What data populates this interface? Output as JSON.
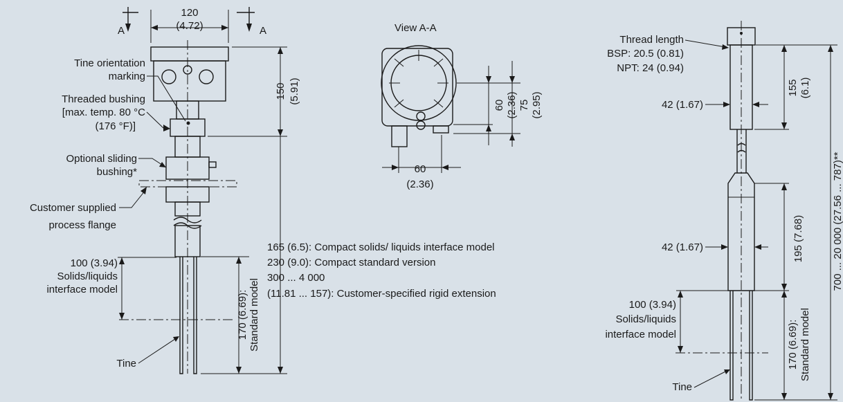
{
  "left_view": {
    "section_marker": "A",
    "width_mm": "120",
    "width_in": "(4.72)",
    "height_mm": "150",
    "height_in": "(5.91)",
    "tine_orientation_line1": "Tine orientation",
    "tine_orientation_line2": "marking",
    "threaded_bushing_line1": "Threaded bushing",
    "threaded_bushing_line2": "[max. temp. 80 °C",
    "threaded_bushing_line3": "(176 °F)]",
    "sliding_bushing_line1": "Optional sliding",
    "sliding_bushing_line2": "bushing*",
    "flange_line1": "Customer supplied",
    "flange_line2": "process flange",
    "interface_dim": "100 (3.94)",
    "interface_line1": "Solids/liquids",
    "interface_line2": "interface model",
    "standard_dim": "170 (6.69):",
    "standard_label": "Standard model",
    "tine": "Tine",
    "length_options": [
      "165 (6.5): Compact solids/ liquids interface model",
      "230 (9.0): Compact standard version",
      "300 ... 4 000",
      "(11.81 ... 157): Customer-specified rigid extension"
    ]
  },
  "section_view": {
    "title": "View A-A",
    "dim60_mm": "60",
    "dim60_in": "(2.36)",
    "dim75_mm": "75",
    "dim75_in": "(2.95)",
    "width_mm": "60",
    "width_in": "(2.36)"
  },
  "right_view": {
    "thread_length_line1": "Thread length",
    "thread_length_line2": "BSP: 20.5 (0.81)",
    "thread_length_line3": "NPT: 24 (0.94)",
    "diameter_top": "42 (1.67)",
    "dim155_mm": "155",
    "dim155_in": "(6.1)",
    "total_length": "700 ... 20 000 (27.56 ... 787)**",
    "diameter_bottom": "42 (1.67)",
    "dim195": "195 (7.68)",
    "interface_dim": "100 (3.94)",
    "interface_line1": "Solids/liquids",
    "interface_line2": "interface model",
    "standard_dim": "170 (6.69):",
    "standard_label": "Standard model",
    "tine": "Tine"
  }
}
